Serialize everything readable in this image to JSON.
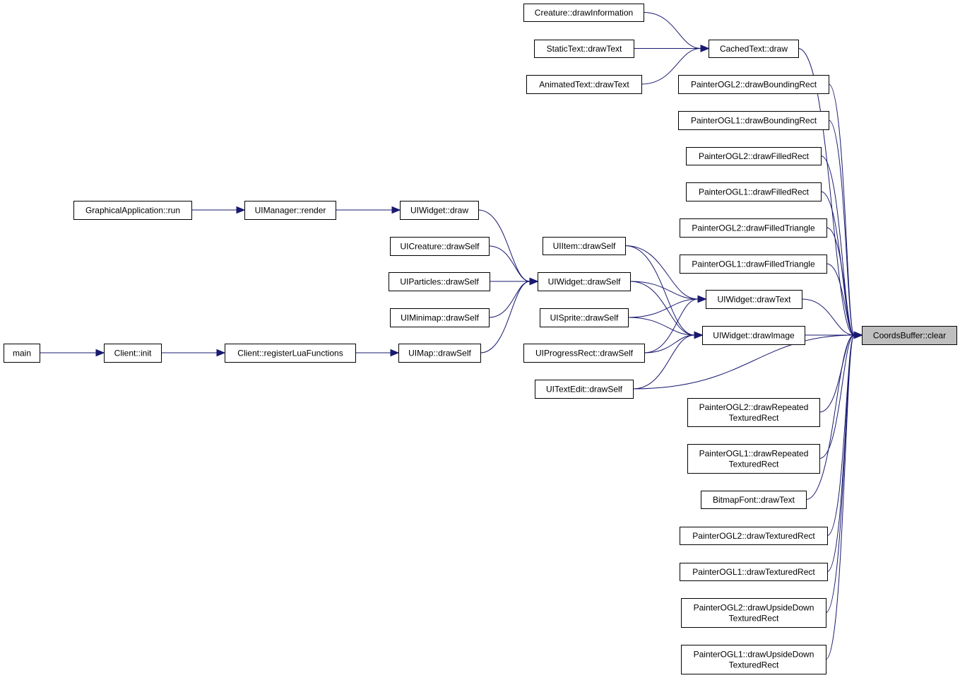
{
  "nodes": [
    {
      "id": "creature_drawinformation",
      "lines": [
        "Creature::drawInformation"
      ]
    },
    {
      "id": "statictext_drawtext",
      "lines": [
        "StaticText::drawText"
      ]
    },
    {
      "id": "animatedtext_drawtext",
      "lines": [
        "AnimatedText::drawText"
      ]
    },
    {
      "id": "cachedtext_draw",
      "lines": [
        "CachedText::draw"
      ]
    },
    {
      "id": "painterogl2_drawboundingrect",
      "lines": [
        "PainterOGL2::drawBoundingRect"
      ]
    },
    {
      "id": "painterogl1_drawboundingrect",
      "lines": [
        "PainterOGL1::drawBoundingRect"
      ]
    },
    {
      "id": "painterogl2_drawfilledrect",
      "lines": [
        "PainterOGL2::drawFilledRect"
      ]
    },
    {
      "id": "painterogl1_drawfilledrect",
      "lines": [
        "PainterOGL1::drawFilledRect"
      ]
    },
    {
      "id": "painterogl2_drawfilledtriangle",
      "lines": [
        "PainterOGL2::drawFilledTriangle"
      ]
    },
    {
      "id": "painterogl1_drawfilledtriangle",
      "lines": [
        "PainterOGL1::drawFilledTriangle"
      ]
    },
    {
      "id": "graphicalapplication_run",
      "lines": [
        "GraphicalApplication::run"
      ]
    },
    {
      "id": "uimanager_render",
      "lines": [
        "UIManager::render"
      ]
    },
    {
      "id": "uiwidget_draw",
      "lines": [
        "UIWidget::draw"
      ]
    },
    {
      "id": "uicreature_drawself",
      "lines": [
        "UICreature::drawSelf"
      ]
    },
    {
      "id": "uiparticles_drawself",
      "lines": [
        "UIParticles::drawSelf"
      ]
    },
    {
      "id": "uiminimap_drawself",
      "lines": [
        "UIMinimap::drawSelf"
      ]
    },
    {
      "id": "uiitem_drawself",
      "lines": [
        "UIItem::drawSelf"
      ]
    },
    {
      "id": "uiwidget_drawself",
      "lines": [
        "UIWidget::drawSelf"
      ]
    },
    {
      "id": "uisprite_drawself",
      "lines": [
        "UISprite::drawSelf"
      ]
    },
    {
      "id": "uiwidget_drawtext",
      "lines": [
        "UIWidget::drawText"
      ]
    },
    {
      "id": "uiwidget_drawimage",
      "lines": [
        "UIWidget::drawImage"
      ]
    },
    {
      "id": "main",
      "lines": [
        "main"
      ]
    },
    {
      "id": "client_init",
      "lines": [
        "Client::init"
      ]
    },
    {
      "id": "client_registerluafunctions",
      "lines": [
        "Client::registerLuaFunctions"
      ]
    },
    {
      "id": "uimap_drawself",
      "lines": [
        "UIMap::drawSelf"
      ]
    },
    {
      "id": "uiprogressrect_drawself",
      "lines": [
        "UIProgressRect::drawSelf"
      ]
    },
    {
      "id": "uitextedit_drawself",
      "lines": [
        "UITextEdit::drawSelf"
      ]
    },
    {
      "id": "coordsbuffer_clear",
      "lines": [
        "CoordsBuffer::clear"
      ],
      "root": true
    },
    {
      "id": "painterogl2_drawrepeatedtexturedrect",
      "lines": [
        "PainterOGL2::drawRepeated",
        "TexturedRect"
      ]
    },
    {
      "id": "painterogl1_drawrepeatedtexturedrect",
      "lines": [
        "PainterOGL1::drawRepeated",
        "TexturedRect"
      ]
    },
    {
      "id": "bitmapfont_drawtext",
      "lines": [
        "BitmapFont::drawText"
      ]
    },
    {
      "id": "painterogl2_drawtexturedrect",
      "lines": [
        "PainterOGL2::drawTexturedRect"
      ]
    },
    {
      "id": "painterogl1_drawtexturedrect",
      "lines": [
        "PainterOGL1::drawTexturedRect"
      ]
    },
    {
      "id": "painterogl2_drawupsidedowntexturedrect",
      "lines": [
        "PainterOGL2::drawUpsideDown",
        "TexturedRect"
      ]
    },
    {
      "id": "painterogl1_drawupsidedowntexturedrect",
      "lines": [
        "PainterOGL1::drawUpsideDown",
        "TexturedRect"
      ]
    }
  ],
  "edges": [
    {
      "from": "creature_drawinformation",
      "to": "cachedtext_draw"
    },
    {
      "from": "statictext_drawtext",
      "to": "cachedtext_draw"
    },
    {
      "from": "animatedtext_drawtext",
      "to": "cachedtext_draw"
    },
    {
      "from": "cachedtext_draw",
      "to": "coordsbuffer_clear"
    },
    {
      "from": "painterogl2_drawboundingrect",
      "to": "coordsbuffer_clear"
    },
    {
      "from": "painterogl1_drawboundingrect",
      "to": "coordsbuffer_clear"
    },
    {
      "from": "painterogl2_drawfilledrect",
      "to": "coordsbuffer_clear"
    },
    {
      "from": "painterogl1_drawfilledrect",
      "to": "coordsbuffer_clear"
    },
    {
      "from": "painterogl2_drawfilledtriangle",
      "to": "coordsbuffer_clear"
    },
    {
      "from": "painterogl1_drawfilledtriangle",
      "to": "coordsbuffer_clear"
    },
    {
      "from": "graphicalapplication_run",
      "to": "uimanager_render"
    },
    {
      "from": "uimanager_render",
      "to": "uiwidget_draw"
    },
    {
      "from": "uiwidget_draw",
      "to": "uiwidget_drawself"
    },
    {
      "from": "uicreature_drawself",
      "to": "uiwidget_drawself"
    },
    {
      "from": "uiparticles_drawself",
      "to": "uiwidget_drawself"
    },
    {
      "from": "uiminimap_drawself",
      "to": "uiwidget_drawself"
    },
    {
      "from": "uimap_drawself",
      "to": "uiwidget_drawself"
    },
    {
      "from": "uiitem_drawself",
      "to": "uiwidget_drawtext"
    },
    {
      "from": "uiitem_drawself",
      "to": "uiwidget_drawimage"
    },
    {
      "from": "uiwidget_drawself",
      "to": "uiwidget_drawtext"
    },
    {
      "from": "uiwidget_drawself",
      "to": "uiwidget_drawimage"
    },
    {
      "from": "uisprite_drawself",
      "to": "uiwidget_drawtext"
    },
    {
      "from": "uisprite_drawself",
      "to": "uiwidget_drawimage"
    },
    {
      "from": "uiprogressrect_drawself",
      "to": "uiwidget_drawtext"
    },
    {
      "from": "uiprogressrect_drawself",
      "to": "uiwidget_drawimage"
    },
    {
      "from": "uitextedit_drawself",
      "to": "uiwidget_drawimage"
    },
    {
      "from": "uitextedit_drawself",
      "to": "coordsbuffer_clear"
    },
    {
      "from": "uiwidget_drawtext",
      "to": "coordsbuffer_clear"
    },
    {
      "from": "uiwidget_drawimage",
      "to": "coordsbuffer_clear"
    },
    {
      "from": "main",
      "to": "client_init"
    },
    {
      "from": "client_init",
      "to": "client_registerluafunctions"
    },
    {
      "from": "client_registerluafunctions",
      "to": "uimap_drawself"
    },
    {
      "from": "painterogl2_drawrepeatedtexturedrect",
      "to": "coordsbuffer_clear"
    },
    {
      "from": "painterogl1_drawrepeatedtexturedrect",
      "to": "coordsbuffer_clear"
    },
    {
      "from": "bitmapfont_drawtext",
      "to": "coordsbuffer_clear"
    },
    {
      "from": "painterogl2_drawtexturedrect",
      "to": "coordsbuffer_clear"
    },
    {
      "from": "painterogl1_drawtexturedrect",
      "to": "coordsbuffer_clear"
    },
    {
      "from": "painterogl2_drawupsidedowntexturedrect",
      "to": "coordsbuffer_clear"
    },
    {
      "from": "painterogl1_drawupsidedowntexturedrect",
      "to": "coordsbuffer_clear"
    }
  ]
}
